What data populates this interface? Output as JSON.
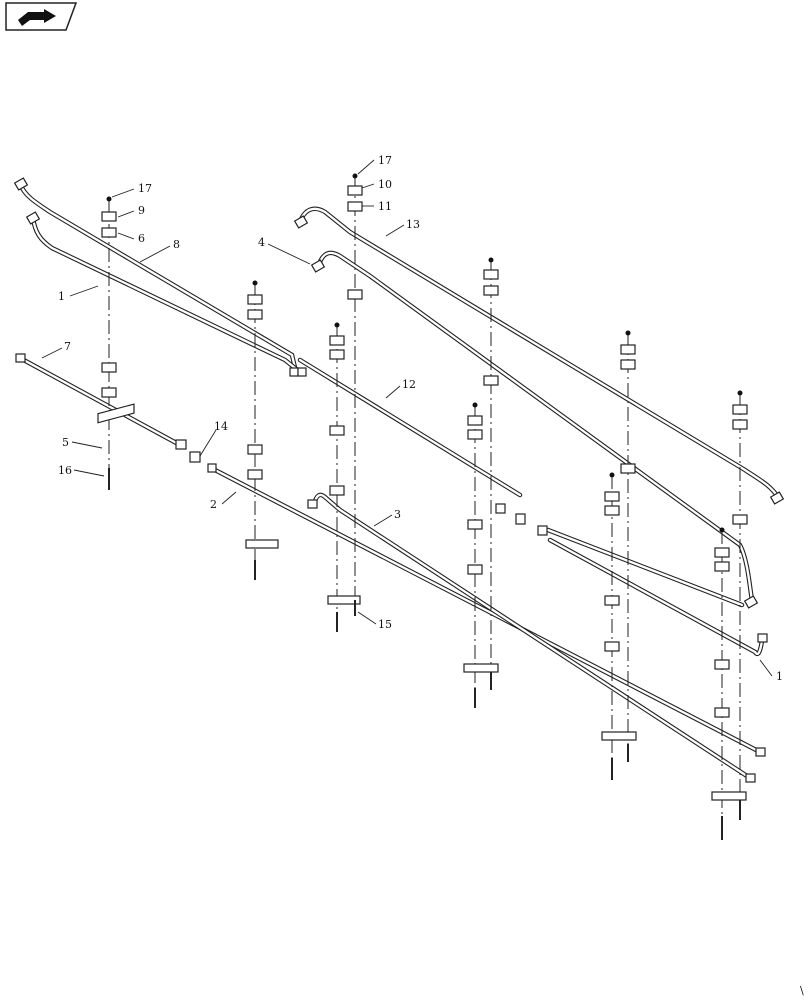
{
  "header": {
    "icon": "book-arrow-icon"
  },
  "callouts": [
    {
      "id": "c17a",
      "text": "17"
    },
    {
      "id": "c9",
      "text": "9"
    },
    {
      "id": "c6",
      "text": "6"
    },
    {
      "id": "c8",
      "text": "8"
    },
    {
      "id": "c1a",
      "text": "1"
    },
    {
      "id": "c7",
      "text": "7"
    },
    {
      "id": "c5",
      "text": "5"
    },
    {
      "id": "c16",
      "text": "16"
    },
    {
      "id": "c14",
      "text": "14"
    },
    {
      "id": "c2",
      "text": "2"
    },
    {
      "id": "c17b",
      "text": "17"
    },
    {
      "id": "c10",
      "text": "10"
    },
    {
      "id": "c11",
      "text": "11"
    },
    {
      "id": "c13",
      "text": "13"
    },
    {
      "id": "c4",
      "text": "4"
    },
    {
      "id": "c12",
      "text": "12"
    },
    {
      "id": "c3",
      "text": "3"
    },
    {
      "id": "c15",
      "text": "15"
    },
    {
      "id": "c1b",
      "text": "1"
    }
  ],
  "corner_mark": "\\"
}
